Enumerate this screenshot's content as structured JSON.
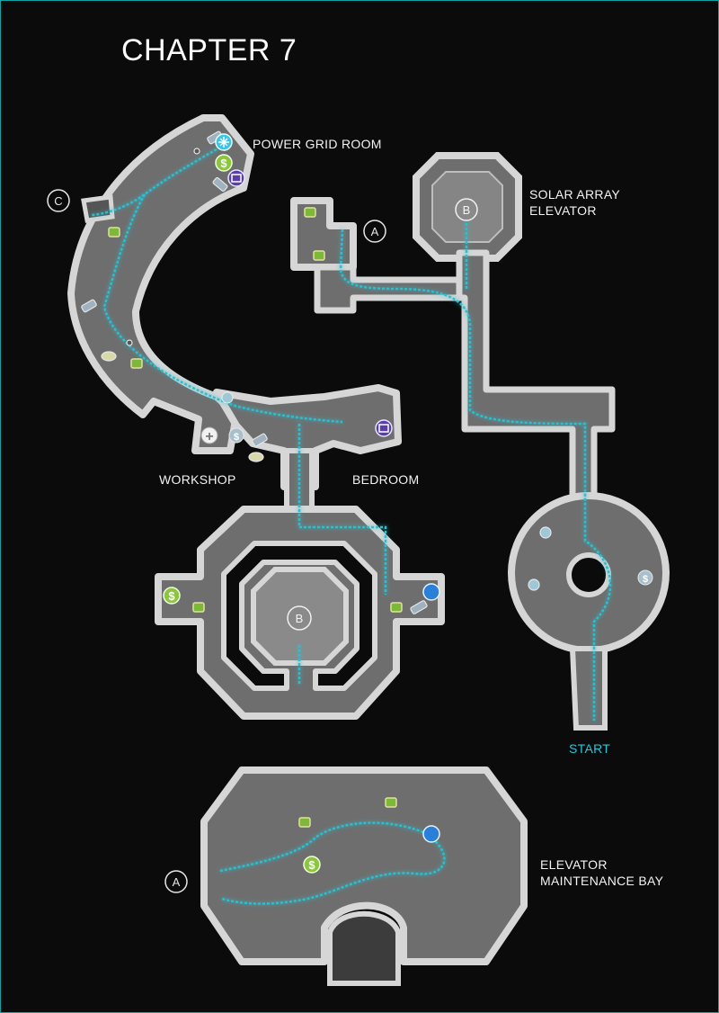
{
  "title": "CHAPTER 7",
  "rooms": {
    "power_grid": "POWER GRID ROOM",
    "solar_array_line1": "SOLAR ARRAY",
    "solar_array_line2": "ELEVATOR",
    "workshop": "WORKSHOP",
    "bedroom": "BEDROOM",
    "start": "START",
    "maintenance_line1": "ELEVATOR",
    "maintenance_line2": "MAINTENANCE BAY"
  },
  "markers": {
    "a_top": "A",
    "a_bottom": "A",
    "b_top": "B",
    "b_mid": "B",
    "c": "C"
  },
  "icons": {
    "credit_symbol": "$",
    "medkit_symbol": "+"
  },
  "colors": {
    "background": "#0b0b0b",
    "frame": "#0fa3a8",
    "wall": "#d4d4d4",
    "floor": "#6e6e6e",
    "path": "#2bc0d0",
    "crate": "#7eb83a",
    "credit": "#8cc63f",
    "lock": "#5b3fa8",
    "hack": "#2a7fd8",
    "power": "#39c6e6"
  }
}
